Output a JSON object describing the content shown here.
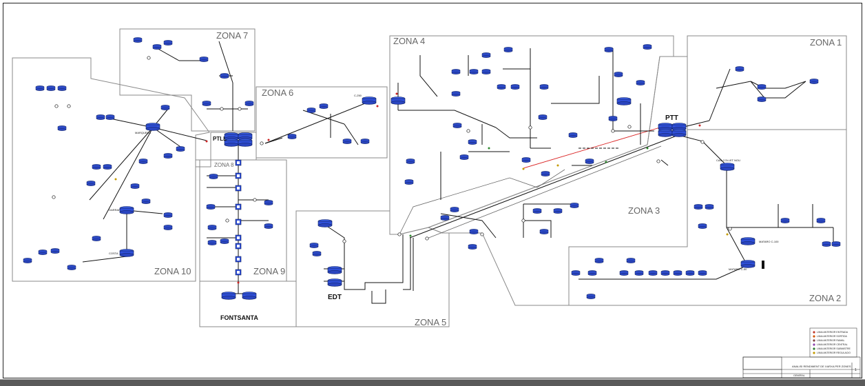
{
  "zones": [
    {
      "id": "zona-1",
      "label": "ZONA 1"
    },
    {
      "id": "zona-2",
      "label": "ZONA 2"
    },
    {
      "id": "zona-3",
      "label": "ZONA 3"
    },
    {
      "id": "zona-4",
      "label": "ZONA 4"
    },
    {
      "id": "zona-5",
      "label": "ZONA 5"
    },
    {
      "id": "zona-6",
      "label": "ZONA 6"
    },
    {
      "id": "zona-7",
      "label": "ZONA 7"
    },
    {
      "id": "zona-8",
      "label": "ZONA 8"
    },
    {
      "id": "zona-9",
      "label": "ZONA 9"
    },
    {
      "id": "zona-10",
      "label": "ZONA 10"
    }
  ],
  "nodes": {
    "ptt": "PTT",
    "ptll": "PTLL",
    "edt": "EDT",
    "fontsanta": "FONTSANTA",
    "marquera": "MARQUERA",
    "garraf": "GARRAF",
    "costa": "COSTA",
    "can_collet": "CAN COLLET NOU",
    "mataro_c100": "MATARO C-100",
    "mataro_c50": "MATARO C-50",
    "c250": "C-250"
  },
  "legend": {
    "items": [
      "LINIA ANTERIOR ENTRADA",
      "LINIA ANTERIOR SORTIDA",
      "LINIA ANTERIOR RAMAL",
      "LINIA ANTERIOR CENTRAL",
      "LINIA ANTERIOR SUBMISTRE",
      "LINIA ANTERIOR REGULACIO"
    ],
    "colors": [
      "#c0392b",
      "#d35400",
      "#7f3f3f",
      "#8e44ad",
      "#2e7d32",
      "#c49a00"
    ]
  },
  "title_block": {
    "title": "ANALISI RENDIMENT DE XARXA PER ZONES",
    "row1": "GENERAL",
    "sheet": "1"
  },
  "colors": {
    "tank": "#2f4fd8",
    "pipe": "#111111",
    "main_line": "#d92020",
    "zone_border": "#888888",
    "valve_green": "#2e8b2e",
    "valve_red": "#cc2222"
  }
}
